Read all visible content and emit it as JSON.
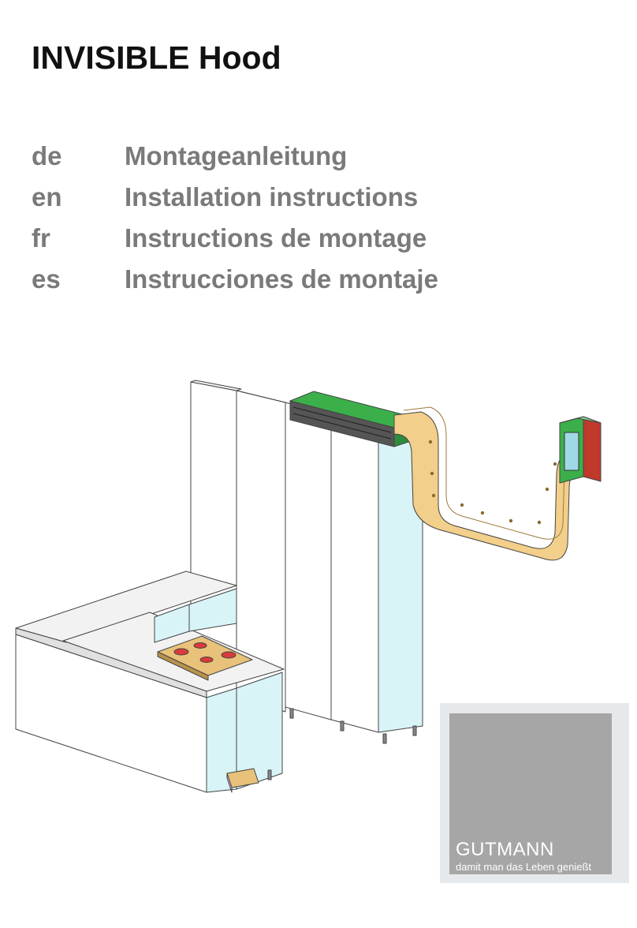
{
  "title": "INVISIBLE Hood",
  "languages": [
    {
      "code": "de",
      "text": "Montageanleitung"
    },
    {
      "code": "en",
      "text": "Installation instructions"
    },
    {
      "code": "fr",
      "text": "Instructions de montage"
    },
    {
      "code": "es",
      "text": "Instrucciones de montaje"
    }
  ],
  "logo": {
    "name": "GUTMANN",
    "tagline": "damit man das Leben genießt"
  },
  "colors": {
    "title": "#111111",
    "language_text": "#7a7a7a",
    "logo_background": "#a6a6a6",
    "logo_border": "#e6e9ec",
    "duct": "#f2cf8a",
    "hood_unit": "#3bb04a",
    "cabinet_glass": "#d8f4f7"
  }
}
